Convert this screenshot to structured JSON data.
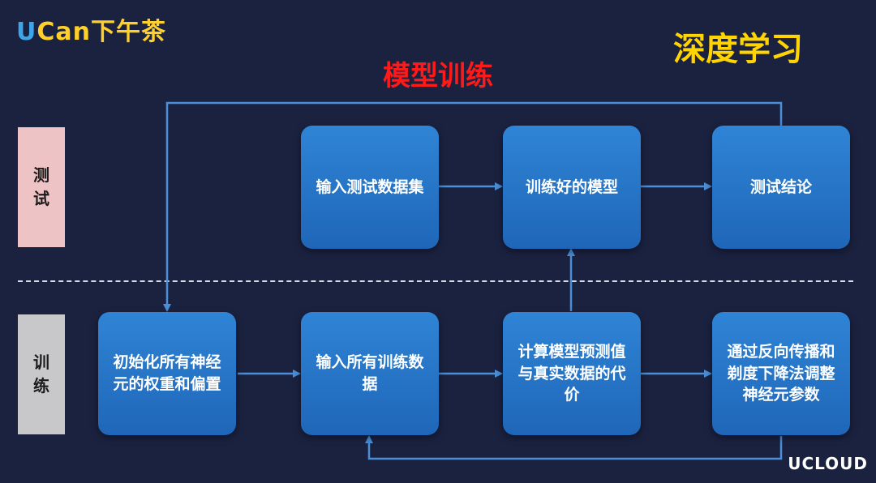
{
  "logo": {
    "u_part": "U",
    "rest_part": "Can下午茶"
  },
  "subject_title": "深度学习",
  "diagram_title": "模型训练",
  "colors": {
    "background": "#1b2240",
    "box": "#2a7bd0",
    "arrow": "#4a8fd8",
    "title_red": "#ff1a1a",
    "subject_yellow": "#ffd400",
    "test_label_bg": "#eec3c6",
    "train_label_bg": "#c8c8ca"
  },
  "lanes": {
    "test_label": "测试",
    "train_label": "训练"
  },
  "test_row": [
    "输入测试数据集",
    "训练好的模型",
    "测试结论"
  ],
  "train_row": [
    "初始化所有神经元的权重和偏置",
    "输入所有训练数据",
    "计算模型预测值与真实数据的代价",
    "通过反向传播和剃度下降法调整神经元参数"
  ],
  "footer_brand": "UCLOUD"
}
